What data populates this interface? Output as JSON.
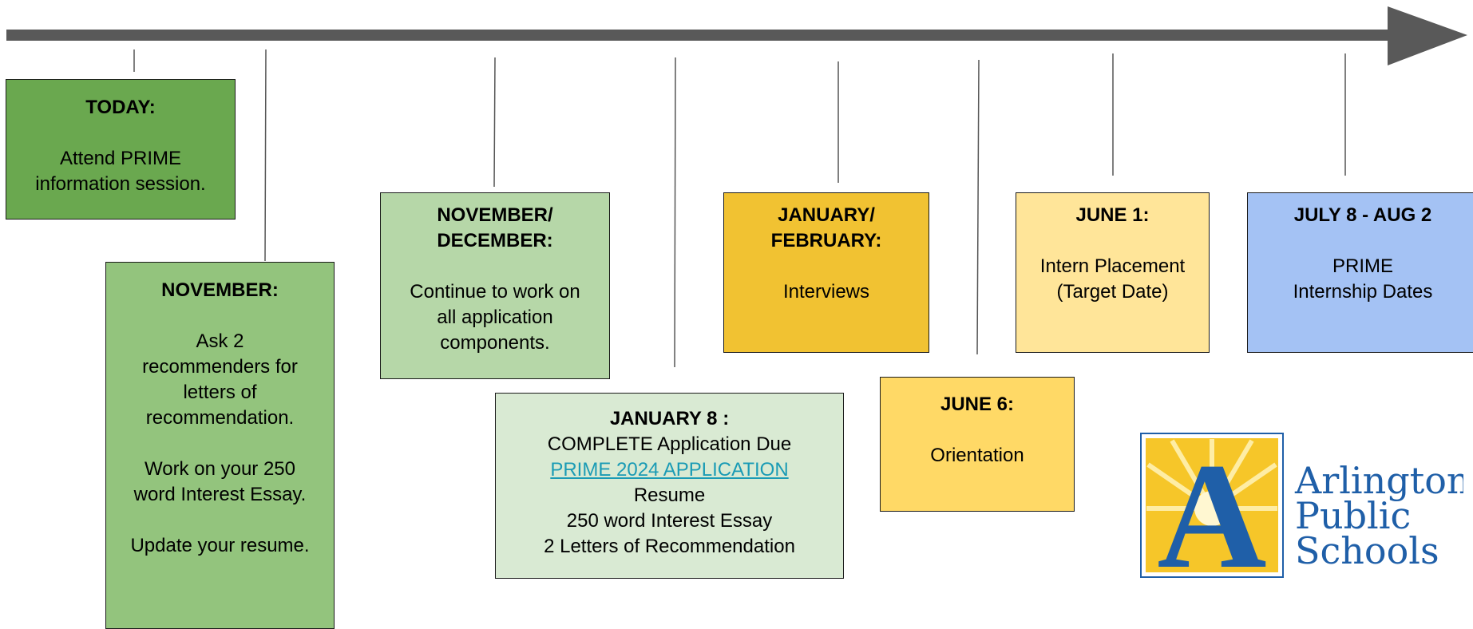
{
  "milestones": {
    "today": {
      "title": "TODAY:",
      "lines": [
        "Attend PRIME",
        "information session."
      ]
    },
    "november": {
      "title": "NOVEMBER:",
      "lines": [
        "Ask 2",
        "recommenders for",
        "letters of",
        "recommendation.",
        "",
        "Work on your 250",
        "word Interest Essay.",
        "",
        "Update your resume."
      ]
    },
    "nov_dec": {
      "title_1": "NOVEMBER/",
      "title_2": "DECEMBER:",
      "lines": [
        "Continue to work on",
        "all application",
        "components."
      ]
    },
    "jan8": {
      "title": "JANUARY 8 :",
      "line1": "COMPLETE Application Due",
      "link": "PRIME 2024 APPLICATION",
      "line3": "Resume",
      "line4": "250 word Interest Essay",
      "line5": "2 Letters of Recommendation"
    },
    "jan_feb": {
      "title_1": "JANUARY/",
      "title_2": "FEBRUARY:",
      "text": "Interviews"
    },
    "june6": {
      "title": "JUNE 6:",
      "text": "Orientation"
    },
    "june1": {
      "title": "JUNE 1:",
      "lines": [
        "Intern Placement",
        "(Target Date)"
      ]
    },
    "july": {
      "title": "JULY 8 - AUG 2",
      "lines": [
        "PRIME",
        "Internship Dates"
      ]
    }
  },
  "logo": {
    "line1": "Arlington",
    "line2": "Public",
    "line3": "Schools",
    "letter": "A"
  },
  "colors": {
    "arrow": "#595959",
    "today": "#6aa84f",
    "november": "#93c47d",
    "nov_dec": "#b6d7a8",
    "jan8": "#d9ead3",
    "jan_feb": "#f1c232",
    "june6": "#ffd966",
    "june1": "#ffe599",
    "july": "#a4c2f4",
    "logo_blue": "#1f5fa8",
    "logo_yellow": "#f6c629",
    "link": "#1a9bb5"
  }
}
